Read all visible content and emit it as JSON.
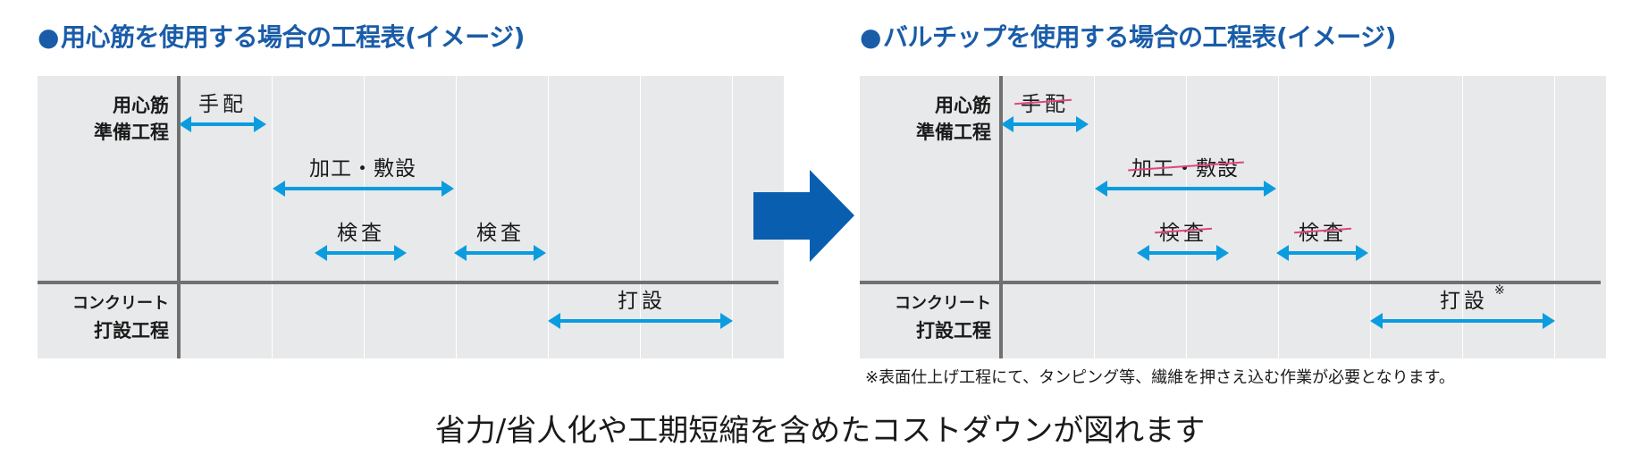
{
  "colors": {
    "title": "#1a5ca8",
    "arrow": "#0b9ce0",
    "strike": "#e0457b",
    "big_arrow": "#0a5eb0",
    "axis": "#707070",
    "panel_bg": "#e7e9ea"
  },
  "left": {
    "title": "用心筋を使用する場合の工程表(イメージ)",
    "row1_line1": "用心筋",
    "row1_line2": "準備工程",
    "row2_line1": "コンクリート",
    "row2_line2": "打設工程",
    "tasks": [
      {
        "label": "手配"
      },
      {
        "label": "加工・敷設"
      },
      {
        "label": "検査"
      },
      {
        "label": "検査"
      },
      {
        "label": "打設"
      }
    ]
  },
  "right": {
    "title": "バルチップを使用する場合の工程表(イメージ)",
    "row1_line1": "用心筋",
    "row1_line2": "準備工程",
    "row2_line1": "コンクリート",
    "row2_line2": "打設工程",
    "tasks": [
      {
        "label": "手配"
      },
      {
        "label": "加工・敷設"
      },
      {
        "label": "検査"
      },
      {
        "label": "検査"
      },
      {
        "label": "打設"
      }
    ],
    "note_mark": "※",
    "footnote": "※表面仕上げ工程にて、タンピング等、繊維を押さえ込む作業が必要となります。"
  },
  "bullet": "●",
  "summary": "省力/省人化や工期短縮を含めたコストダウンが図れます"
}
